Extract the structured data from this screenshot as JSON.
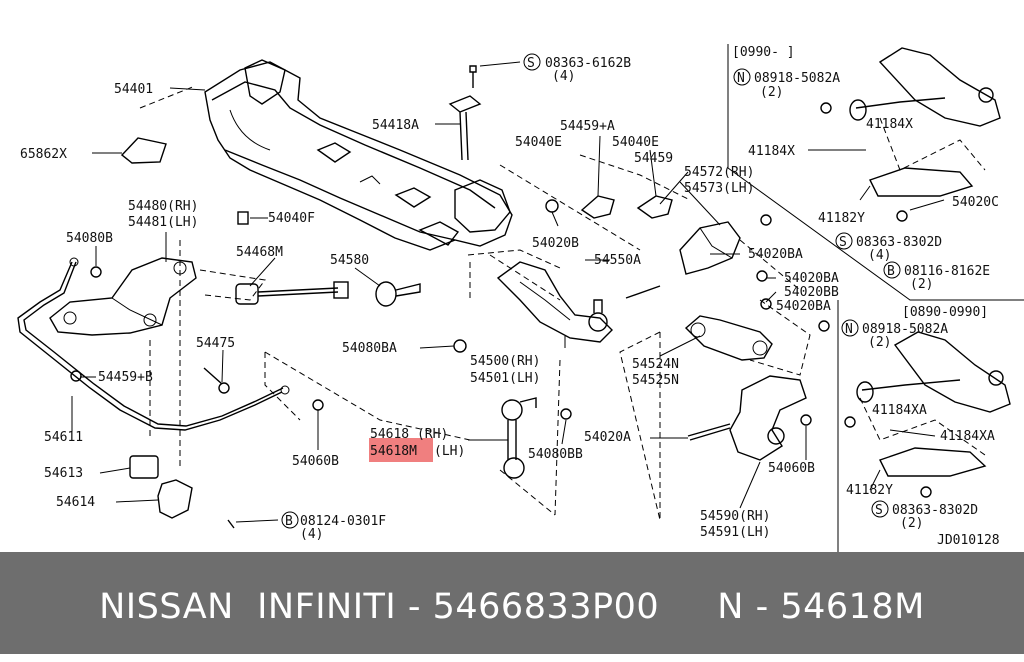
{
  "footer": {
    "text": "NISSAN  INFINITI - 5466833P00     N - 54618M"
  },
  "diagram": {
    "figure_code": "JD010128",
    "highlight_color": "#f07f7f",
    "labels": [
      {
        "id": "l1",
        "text": "54401"
      },
      {
        "id": "l2",
        "text": "65862X"
      },
      {
        "id": "l3",
        "text": "54480(RH)"
      },
      {
        "id": "l4",
        "text": "54481(LH)"
      },
      {
        "id": "l5",
        "text": "54080B"
      },
      {
        "id": "l6",
        "text": "54040F"
      },
      {
        "id": "l7",
        "text": "54468M"
      },
      {
        "id": "l8",
        "text": "54418A"
      },
      {
        "id": "l9",
        "text": "08363-6162B"
      },
      {
        "id": "l10",
        "text": "(4)"
      },
      {
        "id": "l11",
        "text": "54459+A"
      },
      {
        "id": "l12",
        "text": "54040E"
      },
      {
        "id": "l13",
        "text": "54040E"
      },
      {
        "id": "l14",
        "text": "54459"
      },
      {
        "id": "l15",
        "text": "54572(RH)"
      },
      {
        "id": "l16",
        "text": "54573(LH)"
      },
      {
        "id": "l17",
        "text": "54020B"
      },
      {
        "id": "l18",
        "text": "54580"
      },
      {
        "id": "l19",
        "text": "54550A"
      },
      {
        "id": "l20",
        "text": "54020BA"
      },
      {
        "id": "l21",
        "text": "54020BA"
      },
      {
        "id": "l22",
        "text": "54020BB"
      },
      {
        "id": "l23",
        "text": "54020BA"
      },
      {
        "id": "l24",
        "text": "54475"
      },
      {
        "id": "l25",
        "text": "54459+B"
      },
      {
        "id": "l26",
        "text": "54080BA"
      },
      {
        "id": "l27",
        "text": "54500(RH)"
      },
      {
        "id": "l28",
        "text": "54501(LH)"
      },
      {
        "id": "l29",
        "text": "54524N"
      },
      {
        "id": "l30",
        "text": "54525N"
      },
      {
        "id": "l31",
        "text": "54611"
      },
      {
        "id": "l32",
        "text": "54618  (RH)"
      },
      {
        "id": "l33",
        "text": "(LH)"
      },
      {
        "id": "l34",
        "text": "54060B"
      },
      {
        "id": "l35",
        "text": "54080BB"
      },
      {
        "id": "l36",
        "text": "54020A"
      },
      {
        "id": "l37",
        "text": "54613"
      },
      {
        "id": "l38",
        "text": "54614"
      },
      {
        "id": "l39",
        "text": "08124-0301F"
      },
      {
        "id": "l40",
        "text": "(4)"
      },
      {
        "id": "l41",
        "text": "54060B"
      },
      {
        "id": "l42",
        "text": "54590(RH)"
      },
      {
        "id": "l43",
        "text": "54591(LH)"
      },
      {
        "id": "l44",
        "text": "[0990-     ]"
      },
      {
        "id": "l45",
        "text": "08918-5082A"
      },
      {
        "id": "l46",
        "text": "(2)"
      },
      {
        "id": "l47",
        "text": "41184X"
      },
      {
        "id": "l48",
        "text": "41184X"
      },
      {
        "id": "l49",
        "text": "41182Y"
      },
      {
        "id": "l50",
        "text": "54020C"
      },
      {
        "id": "l51",
        "text": "08363-8302D"
      },
      {
        "id": "l52",
        "text": "(4)"
      },
      {
        "id": "l53",
        "text": "08116-8162E"
      },
      {
        "id": "l54",
        "text": "(2)"
      },
      {
        "id": "l55",
        "text": "[0890-0990]"
      },
      {
        "id": "l56",
        "text": "08918-5082A"
      },
      {
        "id": "l57",
        "text": "(2)"
      },
      {
        "id": "l58",
        "text": "41184XA"
      },
      {
        "id": "l59",
        "text": "41184XA"
      },
      {
        "id": "l60",
        "text": "41182Y"
      },
      {
        "id": "l61",
        "text": "08363-8302D"
      },
      {
        "id": "l62",
        "text": "(2)"
      }
    ],
    "highlighted_part": "54618M",
    "circled_prefixes": [
      {
        "id": "c1",
        "letter": "S"
      },
      {
        "id": "c2",
        "letter": "N"
      },
      {
        "id": "c3",
        "letter": "S"
      },
      {
        "id": "c4",
        "letter": "B"
      },
      {
        "id": "c5",
        "letter": "N"
      },
      {
        "id": "c6",
        "letter": "S"
      },
      {
        "id": "c7",
        "letter": "B"
      }
    ]
  }
}
